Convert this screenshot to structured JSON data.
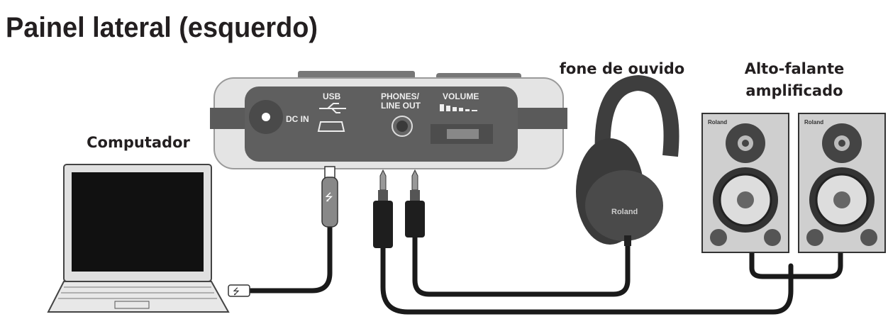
{
  "title": "Painel lateral (esquerdo)",
  "labels": {
    "computer": "Computador",
    "headphones": "fone de ouvido",
    "speaker_line1": "Alto-falante",
    "speaker_line2": "amplificado"
  },
  "device_panel": {
    "dc_in": "DC IN",
    "usb": "USB",
    "phones_line1": "PHONES/",
    "phones_line2": "LINE OUT",
    "volume": "VOLUME"
  },
  "brand": "Roland",
  "colors": {
    "text": "#231f20",
    "cable": "#1a1a1a",
    "panel": "#555555",
    "speaker": "#cfcfcf"
  }
}
